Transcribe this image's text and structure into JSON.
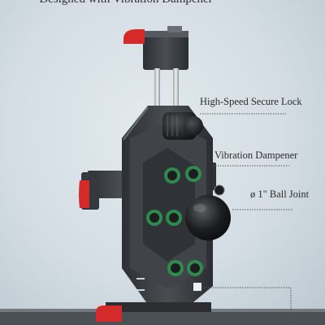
{
  "headline": "Designed with Vibration Dampener",
  "callouts": {
    "secure_lock": "High-Speed Secure Lock",
    "dampener": "Vibration Dampener",
    "ball_joint": "ø 1\" Ball Joint"
  },
  "colors": {
    "background": "#d6e0e5",
    "metal": "#3a3d41",
    "accent_red": "#d42a2a",
    "damper_green": "#2f8a4e",
    "text": "#2b2b2b"
  }
}
